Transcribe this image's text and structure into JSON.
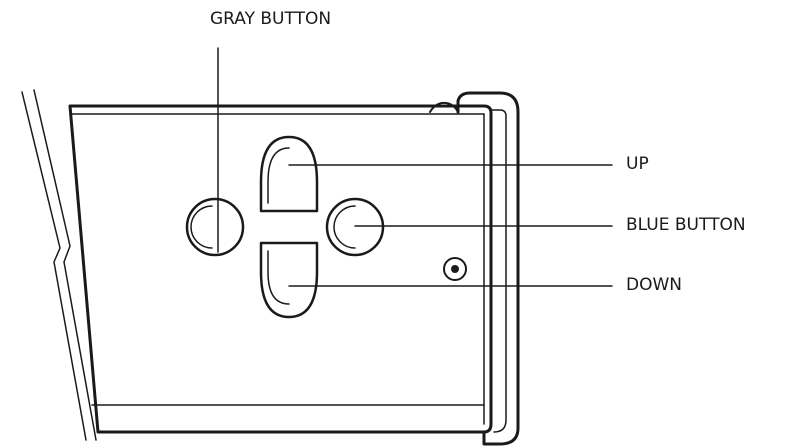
{
  "callouts": {
    "gray_button": "GRAY BUTTON",
    "up": "UP",
    "blue_button": "BLUE BUTTON",
    "down": "DOWN"
  },
  "colors": {
    "stroke": "#1a1a1a",
    "background": "#ffffff"
  }
}
